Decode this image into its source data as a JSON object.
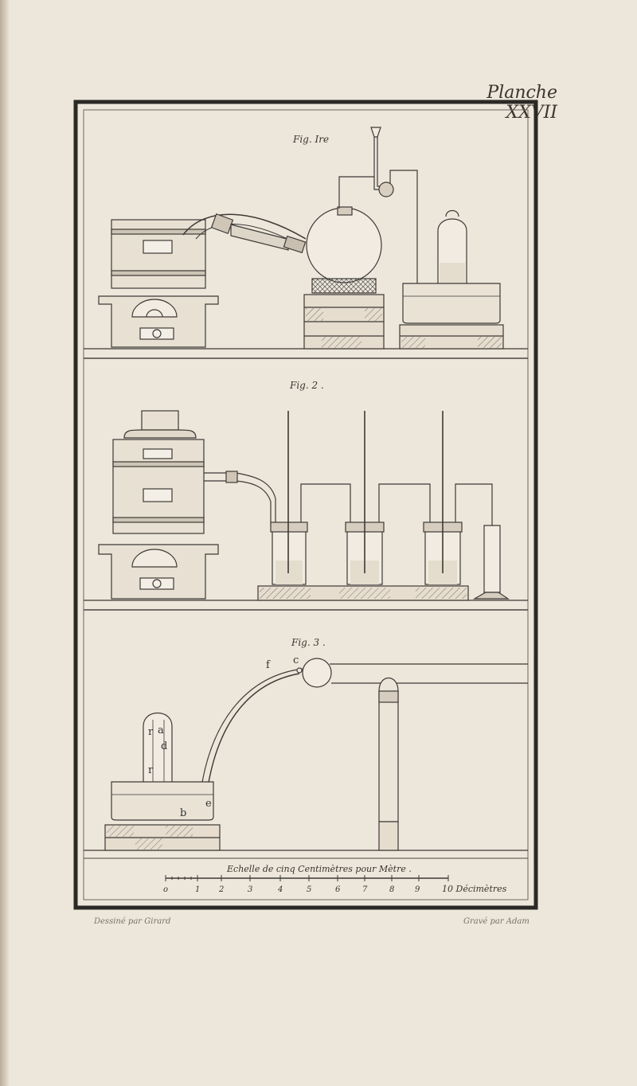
{
  "plate": {
    "title": "Planche XXVII",
    "engraver_left": "Dessiné par Girard",
    "engraver_right": "Gravé par Adam"
  },
  "figures": [
    {
      "label": "Fig. Ire"
    },
    {
      "label": "Fig. 2 ."
    },
    {
      "label": "Fig. 3 ."
    }
  ],
  "fig3_letters": {
    "f": "f",
    "c": "c",
    "r_upper": "r",
    "a": "a",
    "d": "d",
    "r_lower": "r",
    "e": "e",
    "b": "b"
  },
  "scale": {
    "title": "Echelle de cinq Centimètres pour Mètre .",
    "ticks": [
      "o",
      "1",
      "2",
      "3",
      "4",
      "5",
      "6",
      "7",
      "8",
      "9"
    ],
    "unit_label": "10 Décimètres"
  }
}
